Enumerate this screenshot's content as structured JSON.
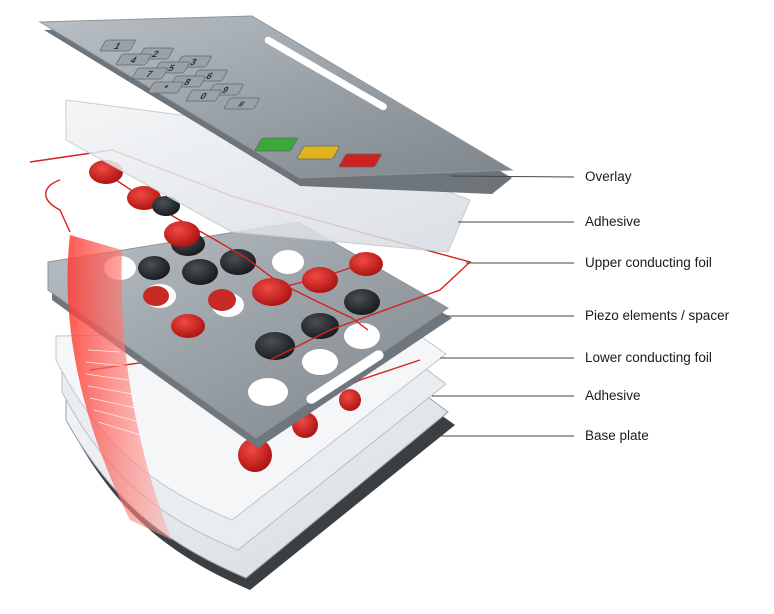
{
  "layers": [
    {
      "id": "overlay",
      "label": "Overlay"
    },
    {
      "id": "adhesive-top",
      "label": "Adhesive"
    },
    {
      "id": "upper-foil",
      "label": "Upper conducting foil"
    },
    {
      "id": "piezo",
      "label": "Piezo elements / spacer"
    },
    {
      "id": "lower-foil",
      "label": "Lower conducting foil"
    },
    {
      "id": "adhesive-bottom",
      "label": "Adhesive"
    },
    {
      "id": "base",
      "label": "Base plate"
    }
  ],
  "keypad": {
    "keys": [
      "1",
      "2",
      "3",
      "4",
      "5",
      "6",
      "7",
      "8",
      "9",
      "*",
      "0",
      "#"
    ],
    "function_keys": [
      {
        "name": "green-key",
        "color": "#3aa83a"
      },
      {
        "name": "yellow-key",
        "color": "#e0b21c"
      },
      {
        "name": "red-key",
        "color": "#cc2222"
      }
    ]
  },
  "colors": {
    "metal": "#a3abb1",
    "metal_light": "#d3d8dc",
    "sheet": "#e4e8ec",
    "trace_red": "#d8201e",
    "piezo_dark": "#2b2f33",
    "leader": "#444444"
  }
}
